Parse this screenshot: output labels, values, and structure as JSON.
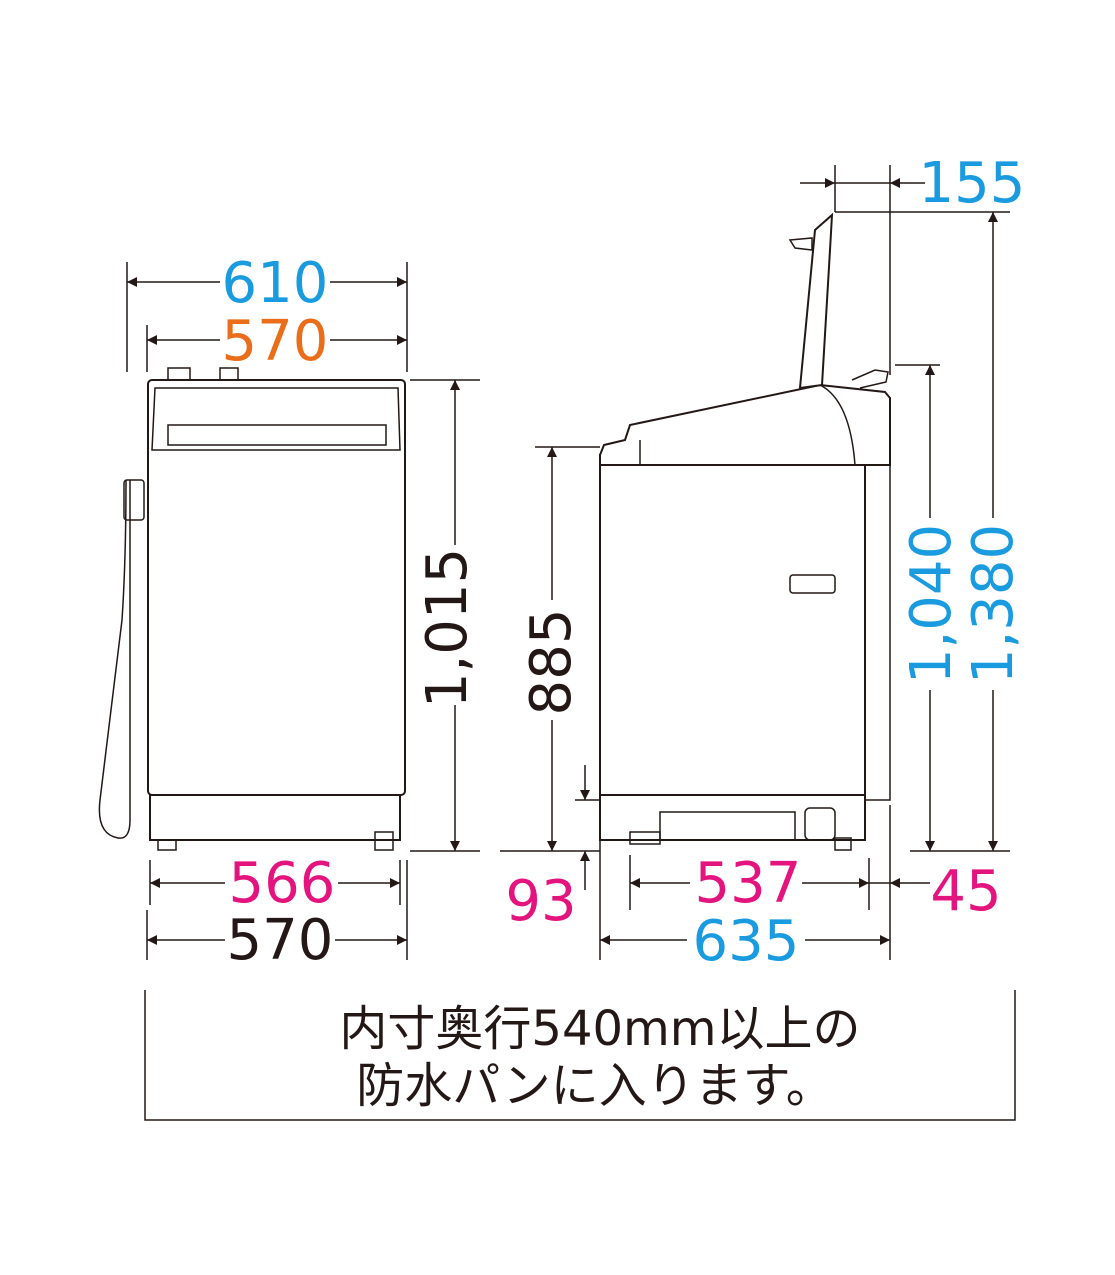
{
  "colors": {
    "outline": "#231815",
    "blue": "#1a9be0",
    "orange": "#ea6d1a",
    "magenta": "#e4147f"
  },
  "front_view": {
    "width_with_hose": "610",
    "top_width": "570",
    "height": "1,015",
    "base_width": "566",
    "body_width": "570"
  },
  "side_view": {
    "lid_overhang": "155",
    "height_open_lid": "1,380",
    "height_to_hose": "1,040",
    "height_to_top": "885",
    "clearance": "93",
    "base_depth": "537",
    "rear_offset": "45",
    "depth": "635"
  },
  "note": {
    "line1": "内寸奥行540mm以上の",
    "line2": "防水パンに入ります。"
  }
}
